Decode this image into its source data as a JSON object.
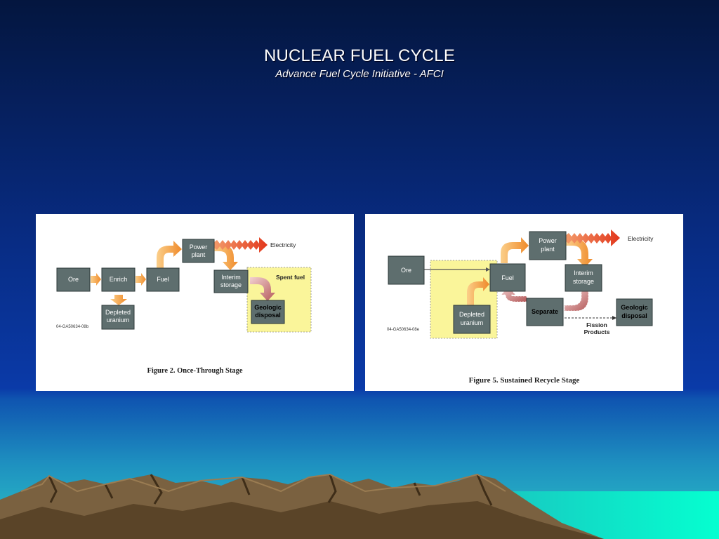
{
  "slide": {
    "title": "NUCLEAR FUEL CYCLE",
    "subtitle": "Advance Fuel Cycle Initiative - AFCI"
  },
  "figure1": {
    "caption": "Figure 2.  Once-Through Stage",
    "code": "04-GA50634-08b",
    "nodes": {
      "ore": "Ore",
      "enrich": "Enrich",
      "fuel": "Fuel",
      "depleted_1": "Depleted",
      "depleted_2": "uranium",
      "power_1": "Power",
      "power_2": "plant",
      "interim_1": "Interim",
      "interim_2": "storage",
      "geologic_1": "Geologic",
      "geologic_2": "disposal"
    },
    "labels": {
      "electricity": "Electricity",
      "spent_fuel": "Spent fuel"
    }
  },
  "figure2": {
    "caption": "Figure 5.  Sustained Recycle Stage",
    "code": "04-GA50634-08e",
    "nodes": {
      "ore": "Ore",
      "fuel": "Fuel",
      "depleted_1": "Depleted",
      "depleted_2": "uranium",
      "power_1": "Power",
      "power_2": "plant",
      "interim_1": "Interim",
      "interim_2": "storage",
      "separate": "Separate",
      "geologic_1": "Geologic",
      "geologic_2": "disposal"
    },
    "labels": {
      "electricity": "Electricity",
      "fission_1": "Fission",
      "fission_2": "Products"
    }
  },
  "colors": {
    "sky_top": "#04163f",
    "sky_mid": "#0a3aa6",
    "teal": "#24b6c6",
    "node": "#5e6e6e",
    "arrow_orange": "#f5a24a",
    "electricity_red": "#e64a2a",
    "highlight_yellow": "#faf59a"
  }
}
